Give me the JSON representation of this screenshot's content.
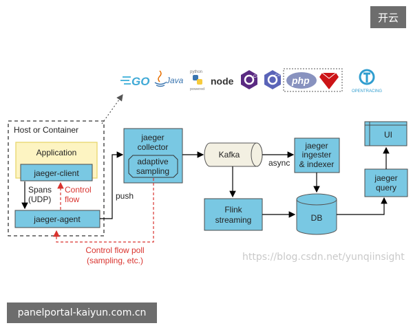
{
  "corner_badge": "开云",
  "footer_badge": "panelportal-kaiyun.com.cn",
  "watermark": "https://blog.csdn.net/yunqiinsight",
  "logos": {
    "go": "GO",
    "java": "Java",
    "python_top": "python",
    "python_bottom": "powered",
    "node": "node",
    "csharp": "C#",
    "cpp": "C++",
    "php": "php",
    "opentracing": "OPENTRACING"
  },
  "diagram": {
    "host_label": "Host or Container",
    "application": "Application",
    "jaeger_client": "jaeger-client",
    "spans_line1": "Spans",
    "spans_line2": "(UDP)",
    "control_line1": "Control",
    "control_line2": "flow",
    "jaeger_agent": "jaeger-agent",
    "push": "push",
    "collector_line1": "jaeger",
    "collector_line2": "collector",
    "sampling_line1": "adaptive",
    "sampling_line2": "sampling",
    "kafka": "Kafka",
    "async": "async",
    "ingester_line1": "jaeger",
    "ingester_line2": "ingester",
    "ingester_line3": "& indexer",
    "flink_line1": "Flink",
    "flink_line2": "streaming",
    "db": "DB",
    "ui": "UI",
    "query_line1": "jaeger",
    "query_line2": "query",
    "poll_line1": "Control flow poll",
    "poll_line2": "(sampling, etc.)"
  },
  "colors": {
    "box_fill": "#79c8e3",
    "box_stroke": "#4a4a4a",
    "app_fill": "#fdf4c2",
    "app_stroke": "#e8d66b",
    "control_red": "#d9332e",
    "db_fill": "#79c8e3",
    "kafka_fill": "#f3f0e2"
  }
}
